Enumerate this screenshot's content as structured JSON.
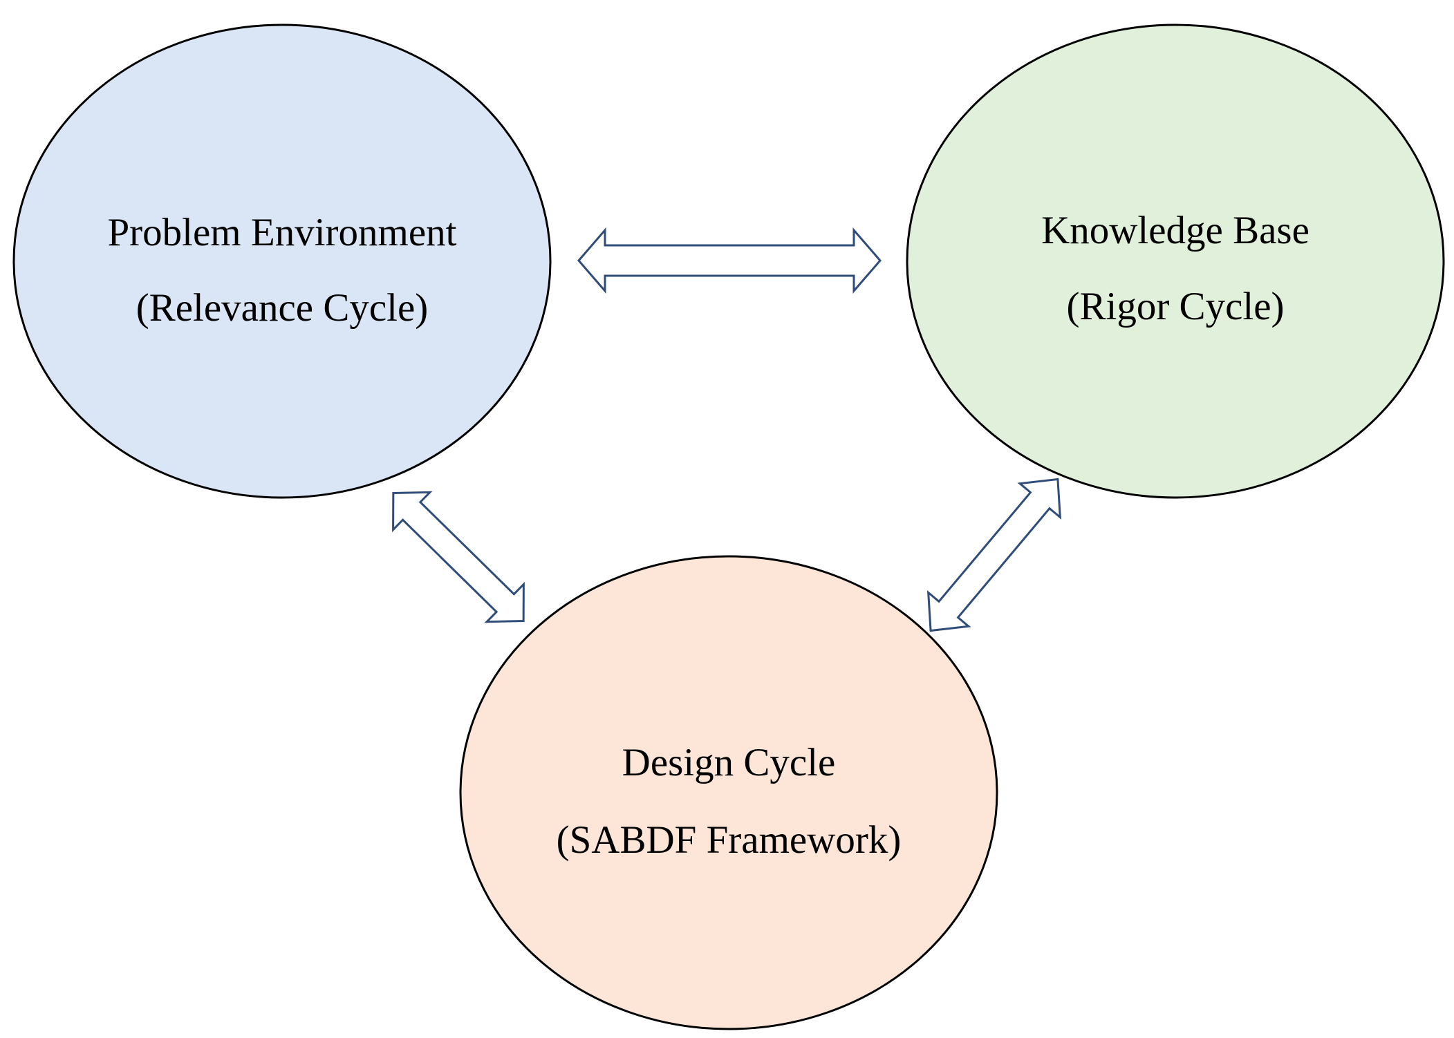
{
  "nodes": {
    "problem_environment": {
      "title": "Problem Environment",
      "subtitle": "(Relevance Cycle)",
      "fill": "#dae6f5"
    },
    "knowledge_base": {
      "title": "Knowledge Base",
      "subtitle": "(Rigor Cycle)",
      "fill": "#e1f0da"
    },
    "design_cycle": {
      "title": "Design Cycle",
      "subtitle": "(SABDF Framework)",
      "fill": "#fde5d7"
    }
  },
  "arrow_color": "#2f4d78",
  "edges": [
    {
      "from": "problem_environment",
      "to": "knowledge_base",
      "direction": "bidirectional"
    },
    {
      "from": "problem_environment",
      "to": "design_cycle",
      "direction": "bidirectional"
    },
    {
      "from": "knowledge_base",
      "to": "design_cycle",
      "direction": "bidirectional"
    }
  ]
}
